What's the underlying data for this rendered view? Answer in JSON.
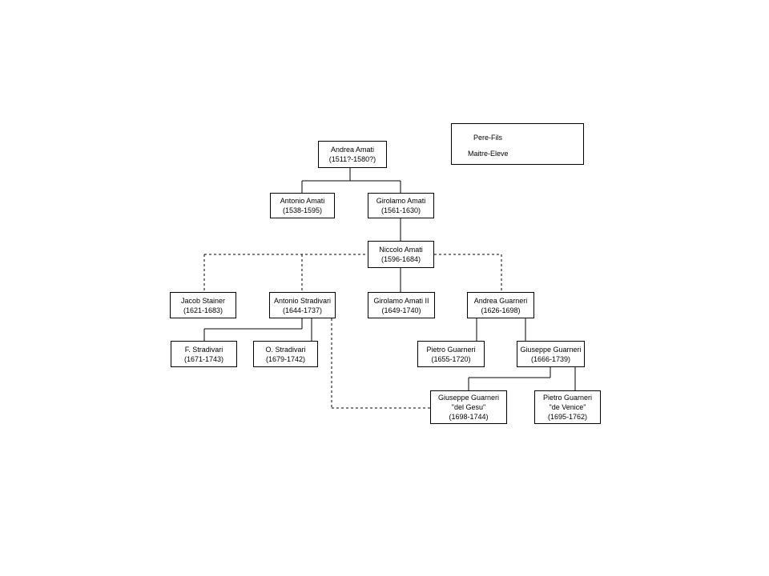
{
  "legend": {
    "parent_child_label": "Pere-Fils",
    "master_student_label": "Maitre-Eleve"
  },
  "nodes": {
    "andrea_amati": {
      "lines": [
        "Andrea Amati",
        "(1511?-1580?)"
      ]
    },
    "antonio_amati": {
      "lines": [
        "Antonio Amati",
        "(1538-1595)"
      ]
    },
    "girolamo_amati": {
      "lines": [
        "Girolamo Amati",
        "(1561-1630)"
      ]
    },
    "niccolo_amati": {
      "lines": [
        "Niccolo Amati",
        "(1596-1684)"
      ]
    },
    "jacob_stainer": {
      "lines": [
        "Jacob Stainer",
        "(1621-1683)"
      ]
    },
    "antonio_stradivari": {
      "lines": [
        "Antonio Stradivari",
        "(1644-1737)"
      ]
    },
    "girolamo_amati_ii": {
      "lines": [
        "Girolamo Amati  II",
        "(1649-1740)"
      ]
    },
    "andrea_guarneri": {
      "lines": [
        "Andrea Guarneri",
        "(1626-1698)"
      ]
    },
    "f_stradivari": {
      "lines": [
        "F. Stradivari",
        "(1671-1743)"
      ]
    },
    "o_stradivari": {
      "lines": [
        "O. Stradivari",
        "(1679-1742)"
      ]
    },
    "pietro_guarneri": {
      "lines": [
        "Pietro Guarneri",
        "(1655-1720)"
      ]
    },
    "giuseppe_guarneri": {
      "lines": [
        "Giuseppe Guarneri",
        "(1666-1739)"
      ]
    },
    "giuseppe_del_gesu": {
      "lines": [
        "Giuseppe Guarneri",
        "\"del Gesu\"",
        "(1698-1744)"
      ]
    },
    "pietro_de_venice": {
      "lines": [
        "Pietro Guarneri",
        "\"de Venice\"",
        "(1695-1762)"
      ]
    }
  }
}
